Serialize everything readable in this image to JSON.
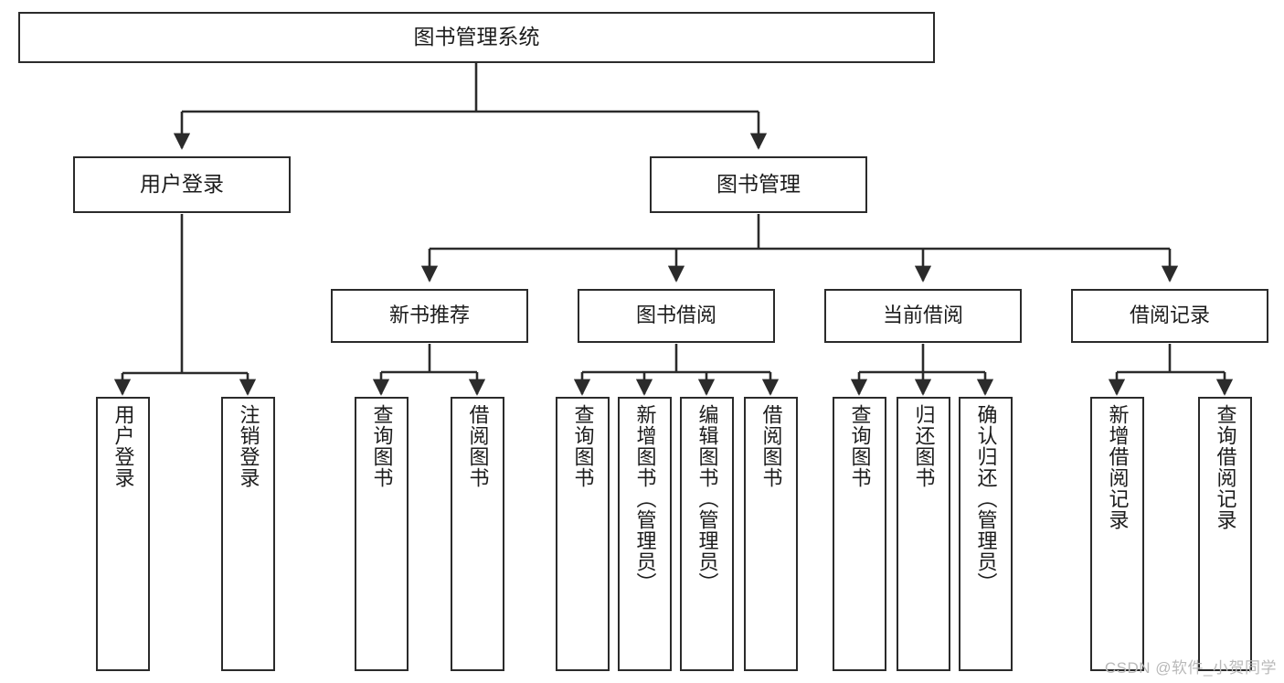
{
  "diagram": {
    "type": "tree-hierarchy-chart",
    "title": "图书管理系统",
    "watermark": "CSDN @软件_小贺同学",
    "colors": {
      "box_border": "#2b2b2b",
      "box_fill": "#ffffff",
      "connector": "#2b2b2b",
      "text": "#1c1c1c",
      "watermark": "#b9b9b9",
      "background": "#ffffff"
    },
    "root": {
      "label": "图书管理系统"
    },
    "level2": [
      {
        "label": "用户登录"
      },
      {
        "label": "图书管理"
      }
    ],
    "level3": [
      {
        "label": "新书推荐"
      },
      {
        "label": "图书借阅"
      },
      {
        "label": "当前借阅"
      },
      {
        "label": "借阅记录"
      }
    ],
    "leaves": {
      "user_login": [
        {
          "label": "用户登录"
        },
        {
          "label": "注销登录"
        }
      ],
      "new_book_recommend": [
        {
          "label": "查询图书"
        },
        {
          "label": "借阅图书"
        }
      ],
      "book_borrow": [
        {
          "label": "查询图书"
        },
        {
          "label": "新增图书（管理员）"
        },
        {
          "label": "编辑图书（管理员）"
        },
        {
          "label": "借阅图书"
        }
      ],
      "current_borrow": [
        {
          "label": "查询图书"
        },
        {
          "label": "归还图书"
        },
        {
          "label": "确认归还（管理员）"
        }
      ],
      "borrow_record": [
        {
          "label": "新增借阅记录"
        },
        {
          "label": "查询借阅记录"
        }
      ]
    }
  }
}
